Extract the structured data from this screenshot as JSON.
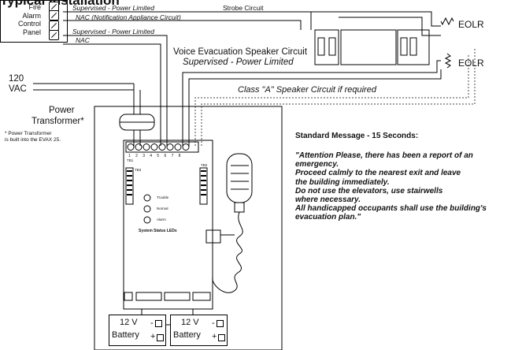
{
  "title": "Typical Installation",
  "facp": {
    "label_lines": [
      "Fire",
      "Alarm",
      "Control",
      "Panel"
    ],
    "terminal_labels": [
      "NAC"
    ]
  },
  "wire_labels": {
    "supervised_power_limited_1": "Supervised - Power Limited",
    "nac_notification": "NAC  (Notification Appliance Circuit)",
    "supervised_power_limited_2": "Supervised - Power Limited",
    "nac": "NAC",
    "strobe_circuit": "Strobe Circuit"
  },
  "eolr": [
    "EOLR",
    "EOLR"
  ],
  "speaker_circuit": {
    "title": "Voice Evacuation Speaker Circuit",
    "subtitle": "Supervised - Power Limited",
    "class_a": "Class \"A\" Speaker Circuit if required"
  },
  "power": {
    "voltage": "120",
    "vac": "VAC",
    "transformer_title": "Power",
    "transformer_title2": "Transformer*",
    "note1": "* Power Transformer",
    "note2": "is built into the EVAX 25."
  },
  "panel": {
    "terminal_numbers": [
      "1",
      "2",
      "3",
      "4",
      "5",
      "6",
      "7",
      "8"
    ],
    "tb1": "TB1",
    "tb2": "TB2",
    "tb3": "TB3",
    "leds": [
      "Trouble",
      "Normal",
      "Alarm"
    ],
    "leds_caption": "System Status LEDs"
  },
  "batteries": [
    {
      "voltage": "12 V",
      "name": "Battery",
      "minus": "-",
      "plus": "+"
    },
    {
      "voltage": "12 V",
      "name": "Battery",
      "minus": "-",
      "plus": "+"
    }
  ],
  "message": {
    "heading": "Standard Message - 15 Seconds:",
    "lines": [
      "\"Attention Please, there has been a report of an",
      "emergency.",
      "Proceed calmly to the nearest exit and leave",
      "the building immediately.",
      "Do not use the elevators, use stairwells",
      "where necessary.",
      "All handicapped occupants shall use the building's",
      "evacuation plan.\""
    ]
  },
  "colors": {
    "line": "#000000",
    "dotted": "#444444",
    "background": "#ffffff"
  }
}
